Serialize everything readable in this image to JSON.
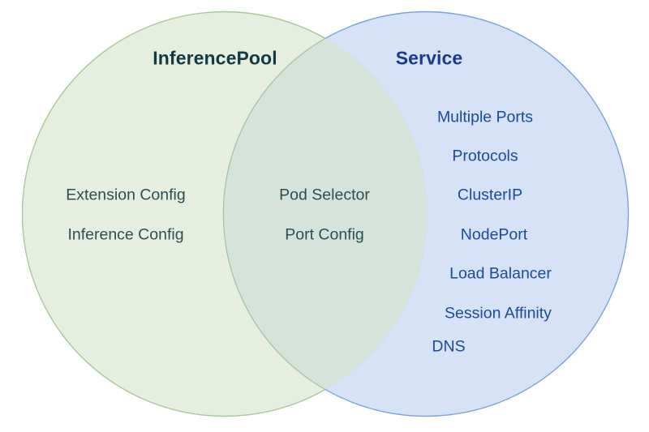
{
  "diagram": {
    "type": "venn",
    "background_color": "#ffffff",
    "left_circle": {
      "title": "InferencePool",
      "title_color": "#123a42",
      "fill_color": "#e6eedf",
      "stroke_color": "#a8c89a",
      "items": [
        {
          "label": "Extension Config"
        },
        {
          "label": "Inference Config"
        }
      ]
    },
    "intersection": {
      "fill_color": "#d6e3da",
      "text_color": "#2a4f56",
      "items": [
        {
          "label": "Pod Selector"
        },
        {
          "label": "Port Config"
        }
      ]
    },
    "right_circle": {
      "title": "Service",
      "title_color": "#1a3a8f",
      "fill_color": "#d3e0f4",
      "stroke_color": "#7ba3e0",
      "text_color": "#1a4b9e",
      "items": [
        {
          "label": "Multiple Ports"
        },
        {
          "label": "Protocols"
        },
        {
          "label": "ClusterIP"
        },
        {
          "label": "NodePort"
        },
        {
          "label": "Load Balancer"
        },
        {
          "label": "Session Affinity"
        },
        {
          "label": "DNS"
        }
      ]
    }
  }
}
